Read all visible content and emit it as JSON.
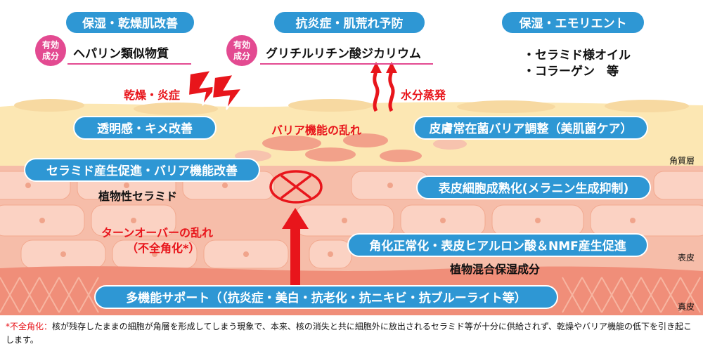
{
  "top": {
    "col1": {
      "header": "保湿・乾燥肌改善",
      "badge": [
        "有効",
        "成分"
      ],
      "ingredient": "ヘパリン類似物質"
    },
    "col2": {
      "header": "抗炎症・肌荒れ予防",
      "badge": [
        "有効",
        "成分"
      ],
      "ingredient": "グリチルリチン酸ジカリウム"
    },
    "col3": {
      "header": "保湿・エモリエント",
      "items": [
        "・セラミド様オイル",
        "・コラーゲン　等"
      ]
    }
  },
  "annotations": {
    "dryness": "乾燥・炎症",
    "evaporation": "水分蒸発",
    "barrier": "バリア機能の乱れ",
    "turnover": "ターンオーバーの乱れ",
    "parakeratosis": "（不全角化*）"
  },
  "pills": {
    "clarity": "透明感・キメ改善",
    "microbiome": "皮膚常在菌バリア調整（美肌菌ケア）",
    "ceramide": "セラミド産生促進・バリア機能改善",
    "epidermal": "表皮細胞成熟化(メラニン生成抑制)",
    "keratin": "角化正常化・表皮ヒアルロン酸＆NMF産生促進",
    "support": "多機能サポート（（抗炎症・美白・抗老化・抗ニキビ・抗ブルーライト等）"
  },
  "labels": {
    "plant_ceramide": "植物性セラミド",
    "plant_moist": "植物混合保湿成分"
  },
  "layers": {
    "stratum": "角質層",
    "epidermis": "表皮",
    "dermis": "真皮"
  },
  "footnote": {
    "mark": "*不全角化：",
    "text": "核が残存したままの細胞が角層を形成してしまう現象で、本来、核の消失と共に細胞外に放出されるセラミド等が十分に供給されず、乾燥やバリア機能の低下を引き起こします。"
  },
  "colors": {
    "accent_blue": "#2e97d4",
    "accent_pink": "#e34a91",
    "alert_red": "#e8151b"
  }
}
